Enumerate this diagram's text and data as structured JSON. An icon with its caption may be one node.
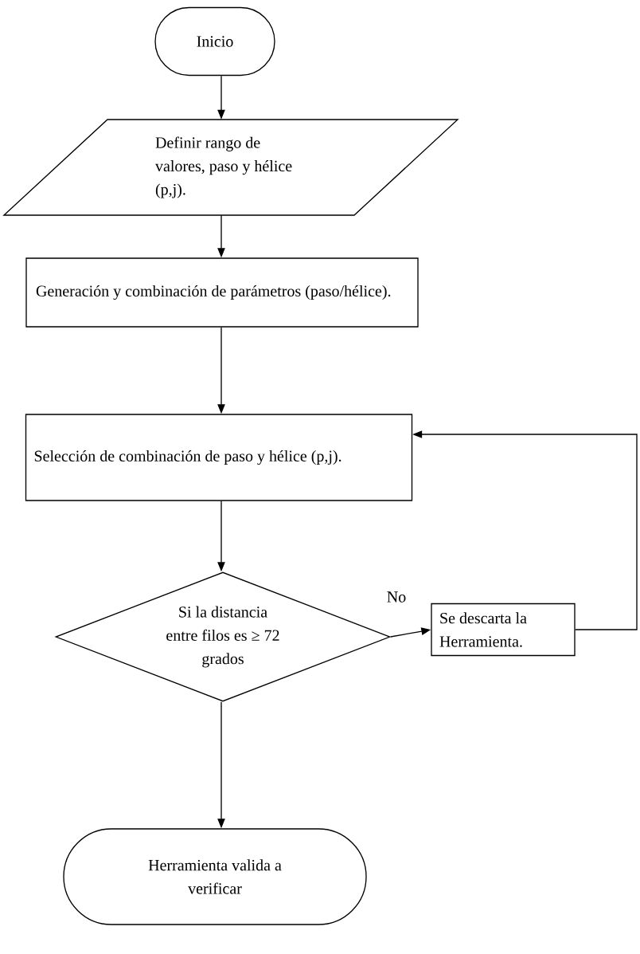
{
  "diagram": {
    "nodes": [
      {
        "text": [
          "Inicio"
        ]
      },
      {
        "text": [
          "Definir rango de valores, paso y hélice (p,j)."
        ]
      },
      {
        "text": [
          "Generación y combinación de parámetros (paso/hélice)."
        ]
      },
      {
        "text": [
          "Selección de combinación de paso y hélice (p,j)."
        ]
      },
      {
        "text": [
          "Si la distancia entre filos es ≥ 72 grados"
        ]
      },
      {
        "text": [
          "Se descarta la Herramienta."
        ]
      },
      {
        "text": [
          "Herramienta valida a verificar"
        ]
      }
    ],
    "edges": [
      {
        "from": 0,
        "to": 1,
        "arrow": "to"
      },
      {
        "from": 1,
        "to": 2,
        "arrow": "to"
      },
      {
        "from": 2,
        "to": 3,
        "arrow": "to"
      },
      {
        "from": 3,
        "to": 4,
        "arrow": "to"
      },
      {
        "from": 4,
        "to": 5,
        "arrow": "to",
        "label": "No"
      },
      {
        "from": 5,
        "to": 3,
        "arrow": "to"
      },
      {
        "from": 4,
        "to": 6,
        "arrow": "to"
      }
    ]
  }
}
